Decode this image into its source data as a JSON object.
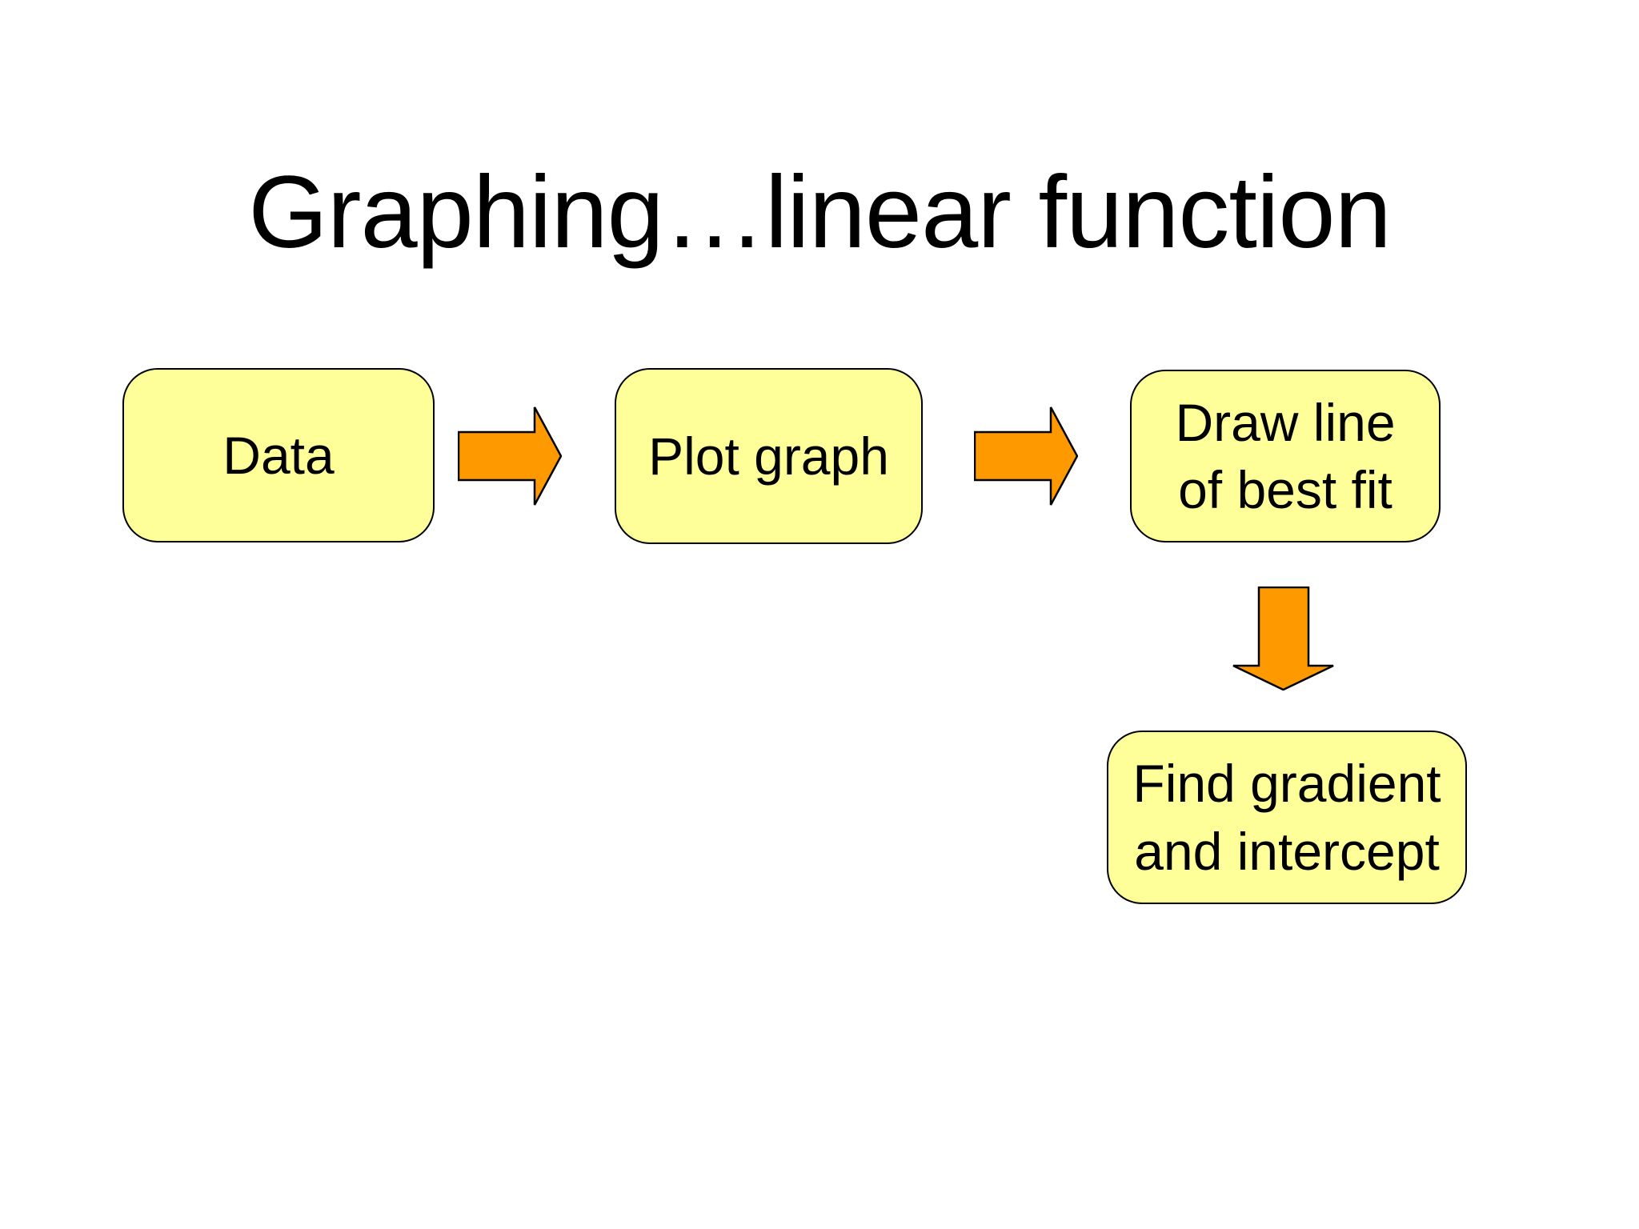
{
  "slide": {
    "title": "Graphing…linear function"
  },
  "colors": {
    "background": "#ffffff",
    "title_color": "#000000",
    "node_fill": "#ffff99",
    "node_border": "#000000",
    "arrow_fill": "#ff9900",
    "arrow_outline": "#000000"
  },
  "flowchart": {
    "nodes": [
      {
        "id": "data",
        "label": "Data"
      },
      {
        "id": "plot-graph",
        "label": "Plot graph"
      },
      {
        "id": "draw-line",
        "label": "Draw line\nof best fit"
      },
      {
        "id": "find-gradient",
        "label": "Find gradient\nand intercept"
      }
    ],
    "connectors": [
      {
        "from": "data",
        "to": "plot-graph",
        "direction": "right"
      },
      {
        "from": "plot-graph",
        "to": "draw-line",
        "direction": "right"
      },
      {
        "from": "draw-line",
        "to": "find-gradient",
        "direction": "down"
      }
    ]
  }
}
